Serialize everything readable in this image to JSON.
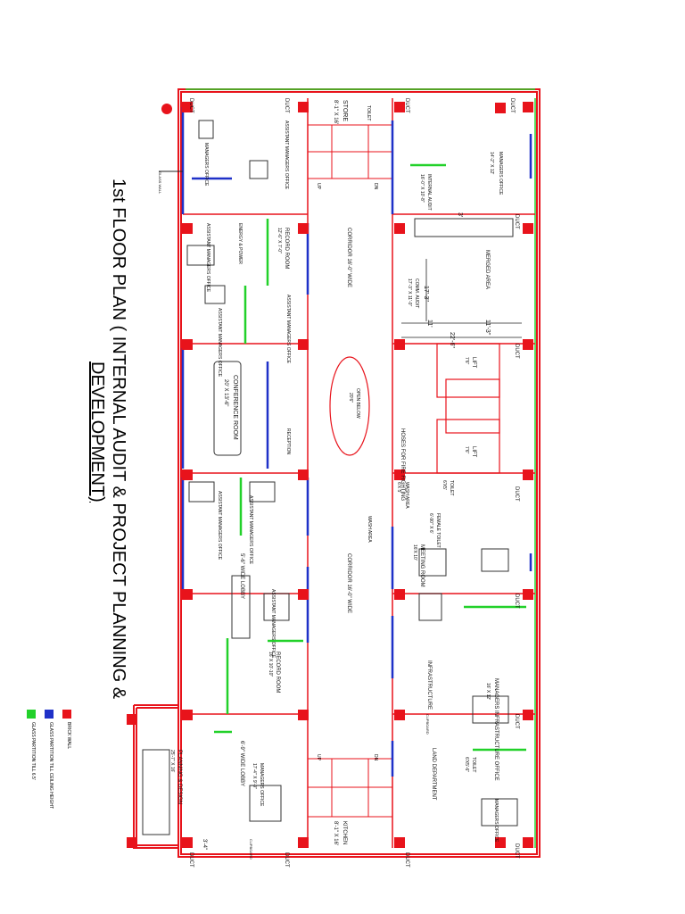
{
  "title": {
    "line1": "1st FLOOR PLAN ( INTERNAL AUDIT & PROJECT PLANNING &",
    "line2": "DEVELOPMENT)"
  },
  "legend": [
    {
      "color": "#e8131b",
      "label": "BRICK WALL"
    },
    {
      "color": "#1f31c8",
      "label": "GLASS PARTITION TILL CEILING HEIGHT"
    },
    {
      "color": "#22d12a",
      "label": "GLASS PARTITION TILL 6.5'"
    }
  ],
  "colors": {
    "brick": "#e8131b",
    "glass_full": "#1f31c8",
    "glass_half": "#22d12a",
    "line": "#222222",
    "marker": "#e8131b"
  },
  "labels": {
    "duct": "DUCT",
    "store": "STORE",
    "store_size": "8'-1\" X 16'",
    "kitchen": "KITCHEN",
    "kitchen_size": "8'-1\" X 16'",
    "toilet": "TOILET",
    "managers_office": "MANAGERS OFFICE",
    "managers_office_size": "14'-2\" X 12'",
    "manager_office_small": "MANAGERS OFFICE",
    "assistant_managers": "ASSISTANT MANAGERS OFFICE",
    "energy_power": "ENERGY & POWER",
    "record_room_top": "RECORD ROOM",
    "record_room_top_size": "12'-6\" X 7'-0\"",
    "record_room_bottom": "RECORD ROOM",
    "record_room_bottom_size": "16' X 10'-10\"",
    "corridor_top": "CORRIDOR 16'-0\" WIDE",
    "corridor_bottom": "CORRIDOR 16'-0\" WIDE",
    "conference": "CONFERENCE ROOM",
    "conference_size": "20' X 13'-6\"",
    "reception": "RECEPTION",
    "open_below": "OPEN BELOW",
    "open_below_2": "20'6\"",
    "lobby_top": "5'-6\" WIDE LOBBY",
    "lobby_bottom": "6'-9\" WIDE LOBBY",
    "internal_audit": "INTERNAL AUDIT",
    "internal_audit_size": "16'-0\" X 10'-8\"",
    "comm_audit": "COMM. AUDIT",
    "comm_audit_size": "17'-3\" X 11'-0\"",
    "merged_area": "MERGED AREA",
    "dim_17_3": "17'-3\"",
    "dim_11": "11'",
    "dim_11_3": "11'-3\"",
    "dim_22_6": "22'-6\"",
    "dim_3": "3'",
    "lift": "LIFT",
    "lift_size": "7'6\"",
    "hoses_fire": "HOSES FOR FIRE FIGHTING",
    "wash_area": "WASH AREA",
    "wash_area_size": "6'X 5'",
    "wash_area_2": "WASH AREA",
    "female_toilet": "FEMALE TOILET",
    "female_toilet_size": "6'-90\" X 6'",
    "toilet_size_a": "6'X5'",
    "meeting_room": "MEETING ROOM",
    "meeting_room_size": "16'X 10'",
    "infrastructure": "INFRASTRUCTURE",
    "managers_infra": "MANAGERS INFRASTRUCTURE OFFICE",
    "managers_infra_size": "16' X 12'",
    "land_department": "LAND DEPARTMENT",
    "toilet_65": "TOILET",
    "toilet_65_size": "6'X5'-6\"",
    "planning_design": "PLANNING & DESIGN",
    "planning_design_size": "25'-7\" X 16'",
    "managers_bottom": "MANAGERS OFFICE",
    "managers_bottom_size": "17'-4\" X 9'-9\"",
    "cupboard": "CUPBOARD",
    "up": "UP",
    "dn": "DN",
    "glass_height": "GLASS HEIGHT 6.5'",
    "glass_wall": "GLASS WALL",
    "dim_3_4": "3'-4\""
  }
}
